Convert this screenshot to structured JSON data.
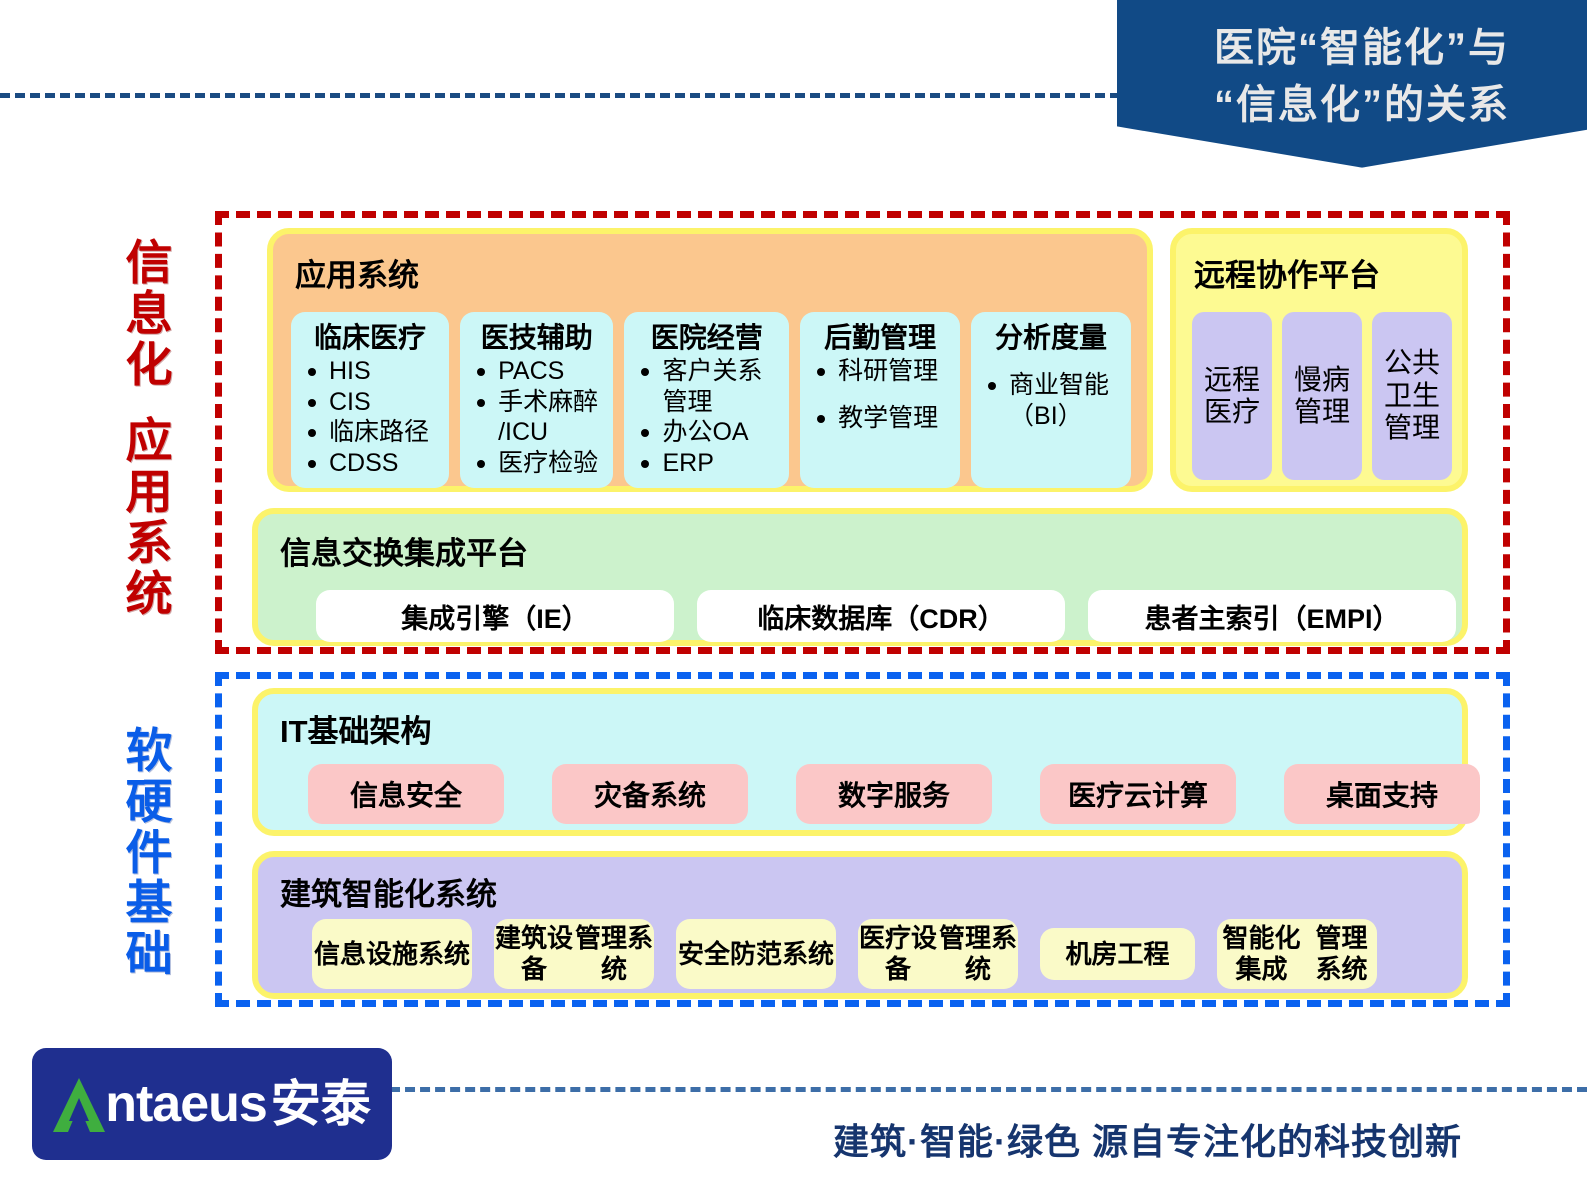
{
  "title_banner": {
    "line1": "医院“智能化”与",
    "line2": "“信息化”的关系"
  },
  "side_labels": {
    "info_part1": "信息化",
    "info_part2": "应用系统",
    "hardware": "软硬件基础"
  },
  "application_panel": {
    "title": "应用系统",
    "cards": [
      {
        "title": "临床医疗",
        "items": [
          {
            "text": "HIS",
            "bullet": true
          },
          {
            "text": "CIS",
            "bullet": true
          },
          {
            "text": "临床路径",
            "bullet": true
          },
          {
            "text": "CDSS",
            "bullet": true
          }
        ]
      },
      {
        "title": "医技辅助",
        "items": [
          {
            "text": "PACS",
            "bullet": true
          },
          {
            "text": "手术麻醉",
            "bullet": true
          },
          {
            "text": "/ICU",
            "bullet": false
          },
          {
            "text": "医疗检验",
            "bullet": true
          }
        ]
      },
      {
        "title": "医院经营",
        "items": [
          {
            "text": "客户关系",
            "bullet": true
          },
          {
            "text": "管理",
            "bullet": false
          },
          {
            "text": "办公OA",
            "bullet": true
          },
          {
            "text": "ERP",
            "bullet": true
          }
        ]
      },
      {
        "title": "后勤管理",
        "items": [
          {
            "text": "科研管理",
            "bullet": true
          },
          {
            "text": "教学管理",
            "bullet": true
          }
        ]
      },
      {
        "title": "分析度量",
        "items": [
          {
            "text": "商业智能",
            "bullet": true
          },
          {
            "text": "（BI）",
            "bullet": false
          }
        ]
      }
    ]
  },
  "remote_panel": {
    "title": "远程协作平台",
    "cards": [
      {
        "lines": "远程\n医疗"
      },
      {
        "lines": "慢病\n管理"
      },
      {
        "lines": "公共\n卫生\n管理"
      }
    ]
  },
  "integration_panel": {
    "title": "信息交换集成平台",
    "cards": [
      "集成引擎（IE）",
      "临床数据库（CDR）",
      "患者主索引（EMPI）"
    ]
  },
  "it_panel": {
    "title": "IT基础架构",
    "cards": [
      "信息安全",
      "灾备系统",
      "数字服务",
      "医疗云计算",
      "桌面支持"
    ]
  },
  "building_panel": {
    "title": "建筑智能化系统",
    "cards": [
      {
        "lines": "信息设施\n系统",
        "short": false
      },
      {
        "lines": "建筑设备\n管理系统",
        "short": false
      },
      {
        "lines": "安全防范\n系统",
        "short": false
      },
      {
        "lines": "医疗设备\n管理系统",
        "short": false
      },
      {
        "lines": "机房工程",
        "short": true
      },
      {
        "lines": "智能化集成\n管理系统",
        "short": false
      }
    ]
  },
  "logo": {
    "name_en": "ntaeus",
    "name_cn": "安泰",
    "initial": "A"
  },
  "footer": {
    "tagline": "建筑·智能·绿色  源自专注化的科技创新"
  },
  "colors": {
    "banner_bg": "#114a86",
    "info_region_border": "#c00000",
    "hardware_region_border": "#0a62f0",
    "panel_border": "#fcf36a",
    "app_panel_bg": "#fbc78e",
    "app_card_bg": "#ccf7f7",
    "remote_panel_bg": "#fdfa92",
    "remote_card_bg": "#cbc6f2",
    "integration_panel_bg": "#ccf2cc",
    "integration_card_bg": "#ffffff",
    "it_panel_bg": "#ccf7f7",
    "it_card_bg": "#fbc7c7",
    "building_panel_bg": "#cbc6f2",
    "building_card_bg": "#fafac8",
    "logo_bg": "#1f2f8f",
    "logo_accent": "#3fae3f",
    "tagline_color": "#16356e"
  }
}
